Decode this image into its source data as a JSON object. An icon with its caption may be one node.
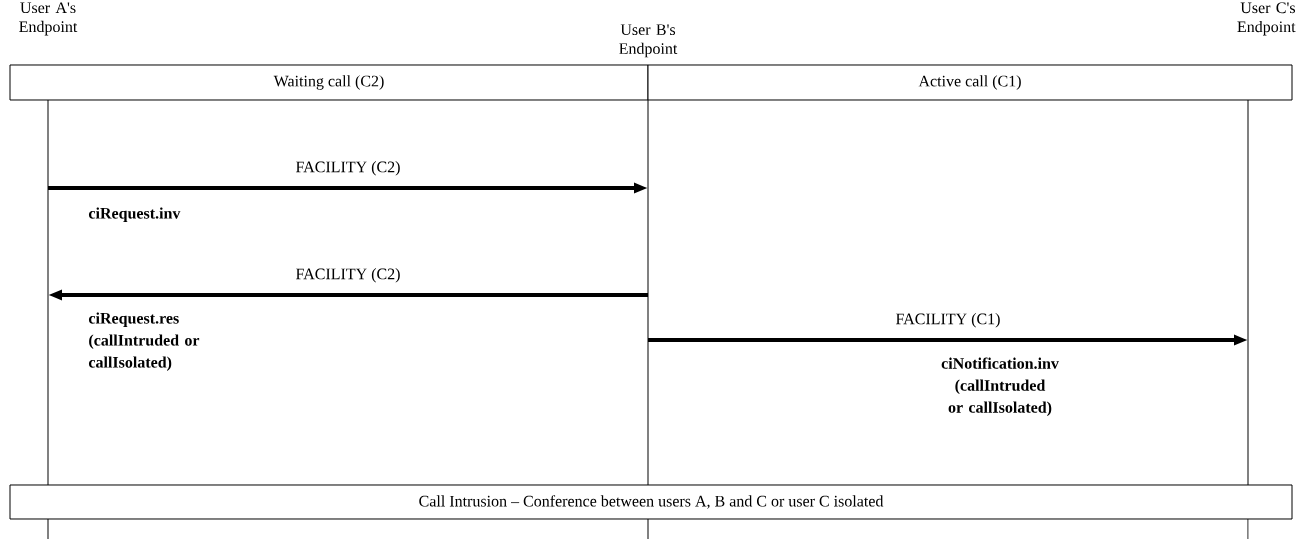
{
  "diagram": {
    "nodes": [
      {
        "text": [
          "User A's Endpoint"
        ]
      },
      {
        "text": [
          "User B's Endpoint"
        ]
      },
      {
        "text": [
          "User C's Endpoint"
        ]
      },
      {
        "text": [
          "Waiting call (C2)"
        ]
      },
      {
        "text": [
          "Active call (C1)"
        ]
      },
      {
        "text": [
          "Call Intrusion – Conference between users A, B and C or user C isolated"
        ]
      }
    ],
    "edges": [
      {
        "from": 0,
        "to": 1,
        "arrow": "to",
        "label": "FACILITY (C2)"
      },
      {
        "from": 1,
        "to": 0,
        "arrow": "to",
        "label": "FACILITY (C2)"
      },
      {
        "from": 1,
        "to": 2,
        "arrow": "to",
        "label": "FACILITY (C1)"
      }
    ],
    "labels": [
      "ciRequest.inv",
      "ciRequest.res (callIntruded or callIsolated)",
      "ciNotification.inv (callIntruded or callIsolated)"
    ]
  }
}
